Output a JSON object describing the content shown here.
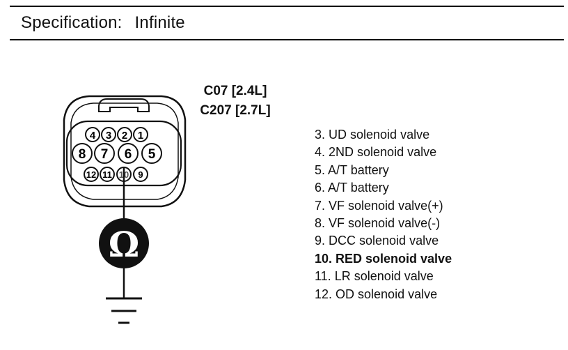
{
  "spec": {
    "label": "Specification:",
    "value": "Infinite"
  },
  "connector": {
    "line1": "C07 [2.4L]",
    "line2": "C207 [2.7L]"
  },
  "pins": {
    "top_row": [
      "4",
      "3",
      "2",
      "1"
    ],
    "middle_row": [
      "8",
      "7",
      "6",
      "5"
    ],
    "bottom_row": [
      "12",
      "11",
      "10",
      "9"
    ]
  },
  "meter": {
    "symbol": "Ω"
  },
  "legend": [
    {
      "text": "3. UD solenoid valve"
    },
    {
      "text": "4. 2ND solenoid valve"
    },
    {
      "text": "5. A/T battery"
    },
    {
      "text": "6. A/T battery"
    },
    {
      "text": "7. VF solenoid valve(+)"
    },
    {
      "text": "8. VF solenoid valve(-)"
    },
    {
      "text": "9. DCC solenoid valve"
    },
    {
      "text": "10. RED solenoid valve"
    },
    {
      "text": "11. LR solenoid valve"
    },
    {
      "text": "12. OD solenoid valve"
    }
  ]
}
